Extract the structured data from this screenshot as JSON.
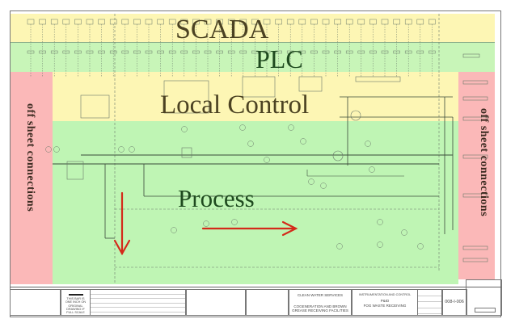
{
  "layers": {
    "scada": {
      "label": "SCADA",
      "color": "#fdf6b4",
      "text_color": "#4b4222"
    },
    "plc": {
      "label": "PLC",
      "color": "#c8f5b8",
      "text_color": "#1f4a1f"
    },
    "local_control": {
      "label": "Local Control",
      "color": "#fdf6b4",
      "text_color": "#4b4222"
    },
    "process": {
      "label": "Process",
      "color": "#bff5b4",
      "text_color": "#1f4a1f"
    },
    "off_sheet_left": {
      "label": "off sheet connections",
      "color": "#fbb8b8"
    },
    "off_sheet_right": {
      "label": "off sheet connections",
      "color": "#fbb8b8"
    }
  },
  "annotations": {
    "arrow_color": "#d42a1a",
    "arrows": [
      "down",
      "right"
    ]
  },
  "title_block": {
    "scale_note": "THIS BAR IS ONE INCH ON ORIGINAL DRAWING IF FULL SCALE",
    "owner": "CLEAN WATER SERVICES",
    "project": "COGENERATION AND BROWN GREASE RECEIVING FACILITIES",
    "discipline": "INSTRUMENTATION AND CONTROL",
    "drawing_type": "P&ID",
    "drawing_title": "FOG WASTE RECEIVING",
    "drawing_number": "008-I-006"
  }
}
